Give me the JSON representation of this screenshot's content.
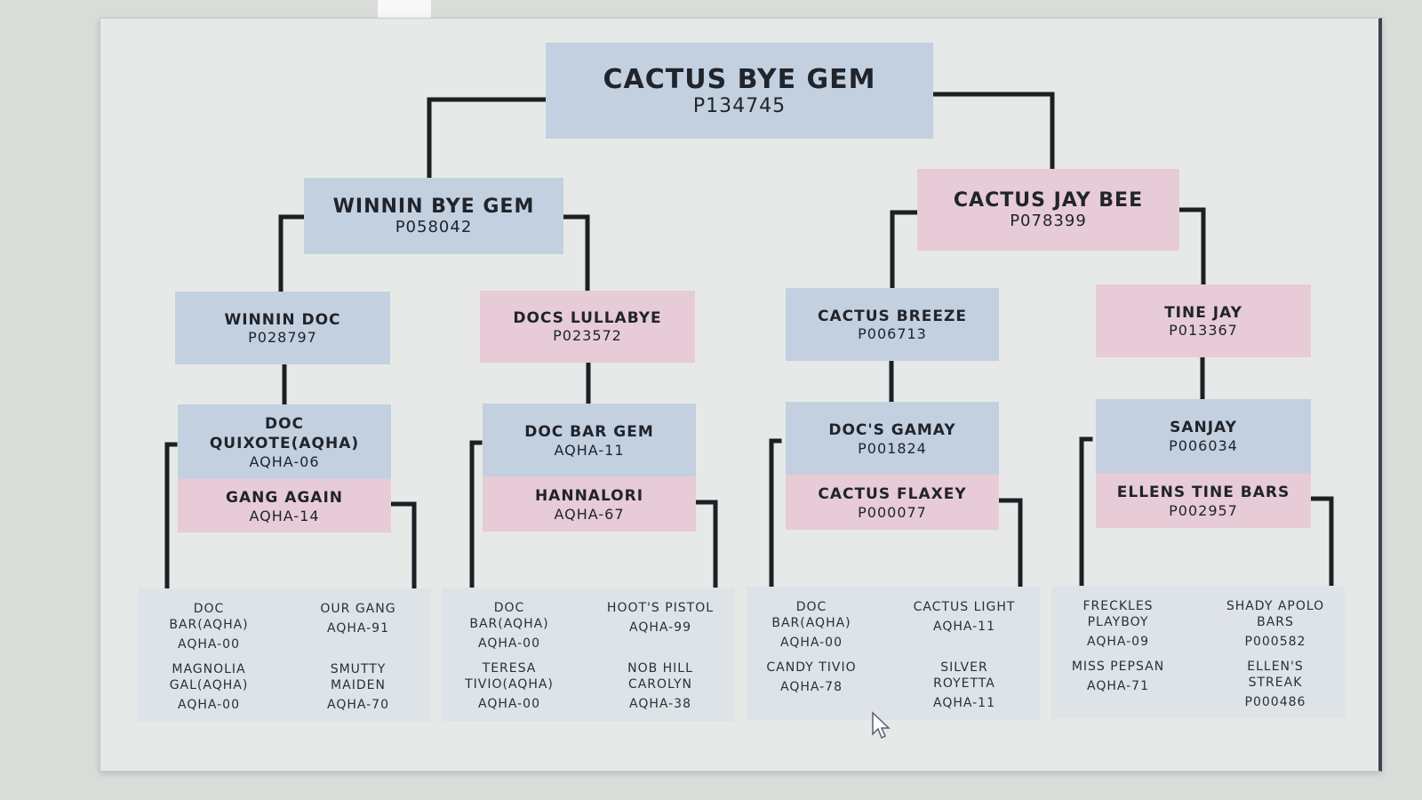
{
  "root": {
    "name": "CACTUS BYE GEM",
    "reg": "P134745"
  },
  "sire": {
    "name": "WINNIN BYE GEM",
    "reg": "P058042"
  },
  "dam": {
    "name": "CACTUS JAY BEE",
    "reg": "P078399"
  },
  "gen3": [
    {
      "name": "WINNIN DOC",
      "reg": "P028797"
    },
    {
      "name": "DOCS LULLABYE",
      "reg": "P023572"
    },
    {
      "name": "CACTUS BREEZE",
      "reg": "P006713"
    },
    {
      "name": "TINE JAY",
      "reg": "P013367"
    }
  ],
  "gen4": [
    {
      "top_name": "DOC QUIXOTE(AQHA)",
      "top_reg": "AQHA-06",
      "bottom_name": "GANG AGAIN",
      "bottom_reg": "AQHA-14"
    },
    {
      "top_name": "DOC BAR GEM",
      "top_reg": "AQHA-11",
      "bottom_name": "HANNALORI",
      "bottom_reg": "AQHA-67"
    },
    {
      "top_name": "DOC'S GAMAY",
      "top_reg": "P001824",
      "bottom_name": "CACTUS FLAXEY",
      "bottom_reg": "P000077"
    },
    {
      "top_name": "SANJAY",
      "top_reg": "P006034",
      "bottom_name": "ELLENS TINE BARS",
      "bottom_reg": "P002957"
    }
  ],
  "gen5": [
    {
      "top_name": "DOC BAR(AQHA)",
      "top_reg": "AQHA-00",
      "bottom_name": "MAGNOLIA GAL(AQHA)",
      "bottom_reg": "AQHA-00"
    },
    {
      "top_name": "OUR GANG",
      "top_reg": "AQHA-91",
      "bottom_name": "SMUTTY MAIDEN",
      "bottom_reg": "AQHA-70"
    },
    {
      "top_name": "DOC BAR(AQHA)",
      "top_reg": "AQHA-00",
      "bottom_name": "TERESA TIVIO(AQHA)",
      "bottom_reg": "AQHA-00"
    },
    {
      "top_name": "HOOT'S PISTOL",
      "top_reg": "AQHA-99",
      "bottom_name": "NOB HILL CAROLYN",
      "bottom_reg": "AQHA-38"
    },
    {
      "top_name": "DOC BAR(AQHA)",
      "top_reg": "AQHA-00",
      "bottom_name": "CANDY TIVIO",
      "bottom_reg": "AQHA-78"
    },
    {
      "top_name": "CACTUS LIGHT",
      "top_reg": "AQHA-11",
      "bottom_name": "SILVER ROYETTA",
      "bottom_reg": "AQHA-11"
    },
    {
      "top_name": "FRECKLES PLAYBOY",
      "top_reg": "AQHA-09",
      "bottom_name": "MISS PEPSAN",
      "bottom_reg": "AQHA-71"
    },
    {
      "top_name": "SHADY APOLO BARS",
      "top_reg": "P000582",
      "bottom_name": "ELLEN'S STREAK",
      "bottom_reg": "P000486"
    }
  ],
  "colors": {
    "sire_line": "#c3d0e0",
    "dam_line": "#e7cbd6",
    "connector": "#1c1f24"
  },
  "icons": {
    "cursor": "mouse-pointer-icon"
  }
}
